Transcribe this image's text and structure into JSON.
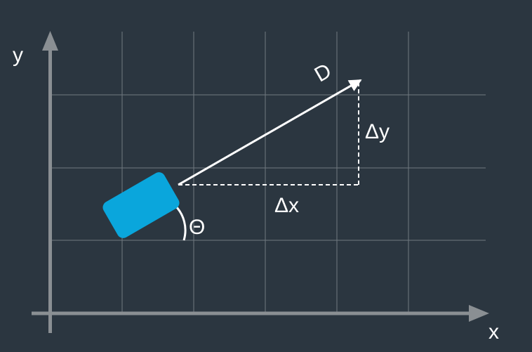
{
  "axes": {
    "x_label": "x",
    "y_label": "y"
  },
  "labels": {
    "distance": "D",
    "delta_x": "Δx",
    "delta_y": "Δy",
    "angle": "Θ"
  },
  "colors": {
    "background": "#2b3640",
    "grid": "#7d858c",
    "axis": "#8a8f93",
    "vector": "#ffffff",
    "robot": "#0aa6dc"
  }
}
